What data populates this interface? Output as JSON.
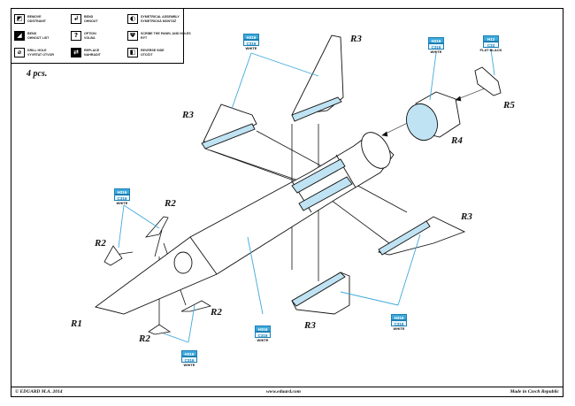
{
  "legend": [
    {
      "icon": "remove-icon",
      "glyph": "◩",
      "line1": "Remove",
      "line2": "Odstranit",
      "dark": false
    },
    {
      "icon": "bend-icon",
      "glyph": "↲",
      "line1": "Bend",
      "line2": "Ohnout",
      "dark": false
    },
    {
      "icon": "symmetrical-assembly-icon",
      "glyph": "◐",
      "line1": "Symetrical assembly",
      "line2": "Symetrická montáž",
      "dark": false
    },
    {
      "icon": "bend-sheet-icon",
      "glyph": "◢",
      "line1": "Bend",
      "line2": "Ohnout list",
      "dark": false
    },
    {
      "icon": "option-icon",
      "glyph": "?",
      "line1": "Option",
      "line2": "Volba",
      "dark": false
    },
    {
      "icon": "scribe-icon",
      "glyph": "Ψ",
      "line1": "Scribe the panel and holes",
      "line2": "Rýt",
      "dark": false
    },
    {
      "icon": "drill-hole-icon",
      "glyph": "⌀",
      "line1": "Drill hole",
      "line2": "Vyvrtat otvor",
      "dark": false
    },
    {
      "icon": "replace-icon",
      "glyph": "⇄",
      "line1": "Replace",
      "line2": "Nahradit",
      "dark": true
    },
    {
      "icon": "reverse-side-icon",
      "glyph": "◧",
      "line1": "Reverse side",
      "line2": "Otočit",
      "dark": false
    }
  ],
  "quantity_note": "4 pcs.",
  "part_labels": {
    "r1": "R1",
    "r2": "R2",
    "r3": "R3",
    "r4": "R4",
    "r5": "R5"
  },
  "paints": {
    "white": {
      "h": "H316",
      "c": "C316",
      "name": "WHITE"
    },
    "flat_black": {
      "h": "H12",
      "c": "C33",
      "name": "FLAT BLACK"
    }
  },
  "colors": {
    "callout": "#3fa9dc",
    "part_fill": "#bfe3f3",
    "ink": "#111111"
  },
  "footer": {
    "copyright": "© EDUARD M.A. 2014",
    "website": "www.eduard.com",
    "origin": "Made in Czech Republic"
  }
}
